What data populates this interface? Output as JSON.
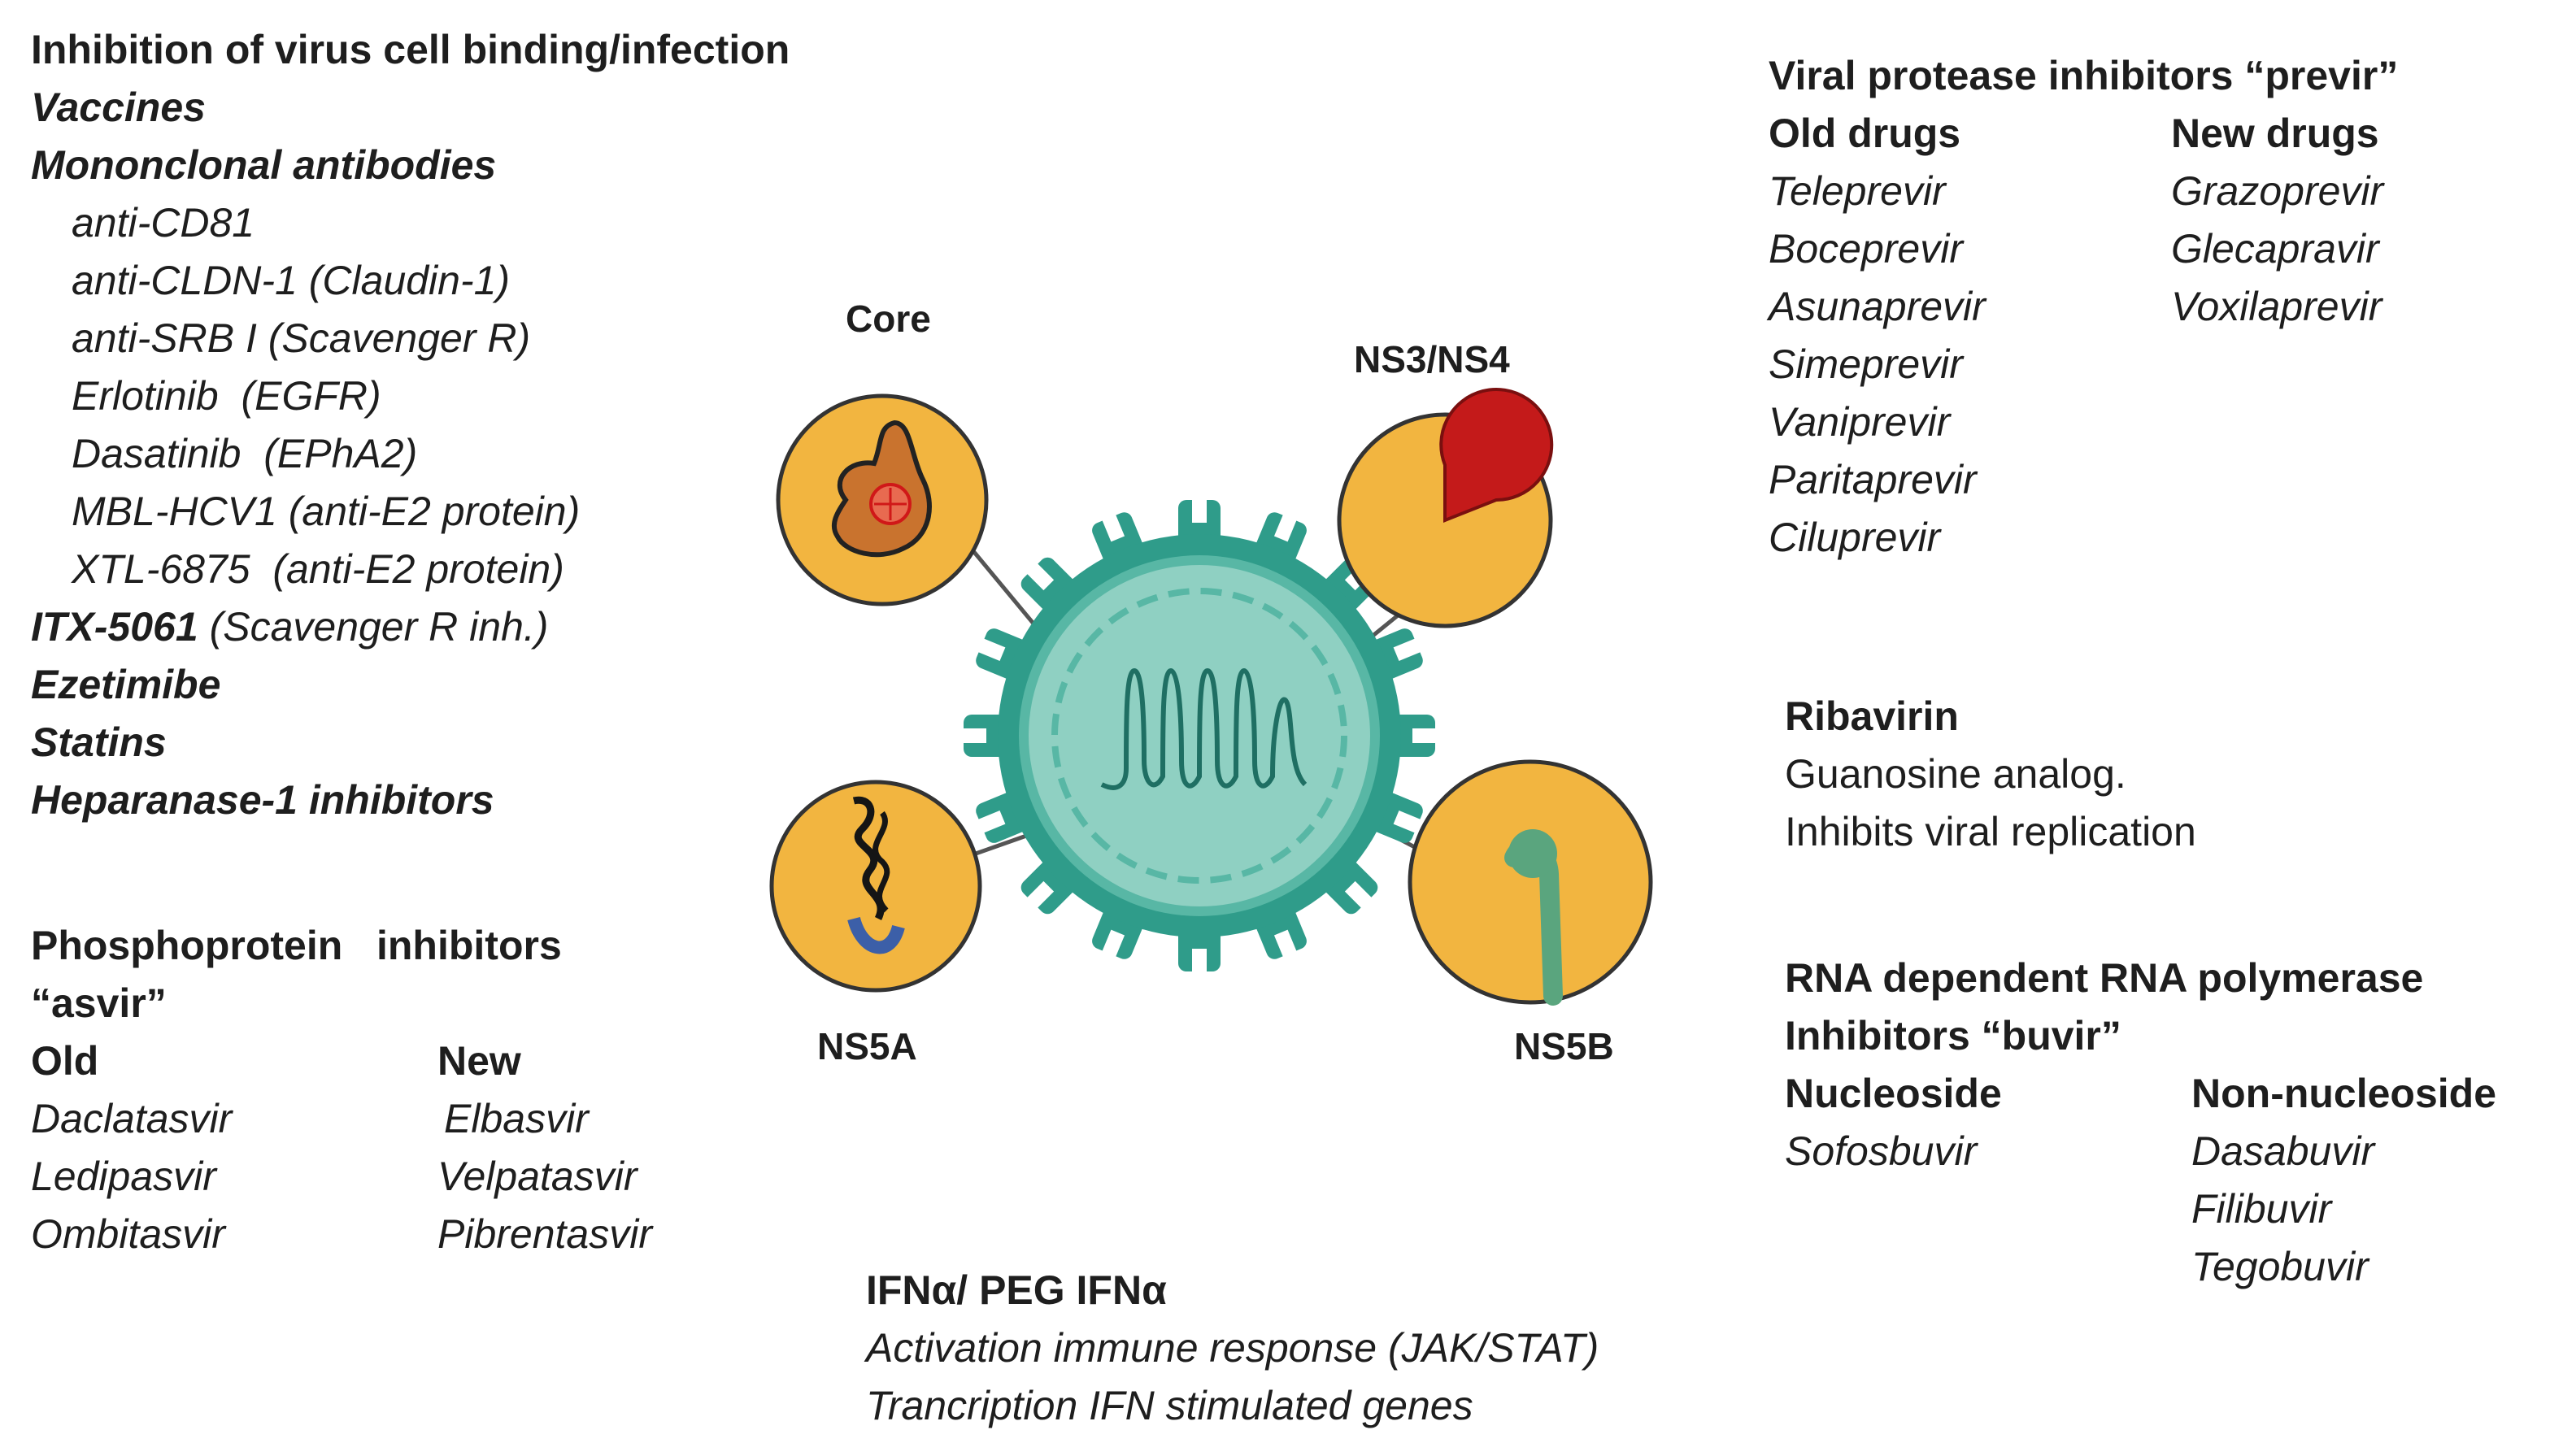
{
  "entry": {
    "heading": "Inhibition of virus cell binding/infection",
    "vaccines": "Vaccines",
    "mab_heading": "Mononclonal antibodies",
    "mab_items": [
      {
        "name": "anti-CD81",
        "target": ""
      },
      {
        "name": "anti-CLDN-1",
        "target": "(Claudin-1)"
      },
      {
        "name": "anti-SRB I",
        "target": "(Scavenger R)"
      },
      {
        "name": "Erlotinib",
        "target": "(EGFR)"
      },
      {
        "name": "Dasatinib",
        "target": "(EPhA2)"
      },
      {
        "name": "MBL-HCV1",
        "target": "(anti-E2 protein)"
      },
      {
        "name": "XTL-6875",
        "target": "(anti-E2 protein)"
      }
    ],
    "itx_name": "ITX-5061",
    "itx_target": "(Scavenger R inh.)",
    "ezetimibe": "Ezetimibe",
    "statins": "Statins",
    "heparanase": "Heparanase-1 inhibitors"
  },
  "phospho": {
    "heading1": "Phosphoprotein",
    "heading2": "inhibitors",
    "suffix": "“asvir”",
    "old_label": "Old",
    "new_label": "New",
    "old": [
      "Daclatasvir",
      "Ledipasvir",
      "Ombitasvir"
    ],
    "new": [
      "Elbasvir",
      "Velpatasvir",
      "Pibrentasvir"
    ]
  },
  "protease": {
    "heading": "Viral protease inhibitors “previr”",
    "old_label": "Old drugs",
    "new_label": "New drugs",
    "old": [
      "Teleprevir",
      "Boceprevir",
      "Asunaprevir",
      "Simeprevir",
      "Vaniprevir",
      "Paritaprevir",
      "Ciluprevir"
    ],
    "new": [
      "Grazoprevir",
      "Glecapravir",
      "Voxilaprevir"
    ]
  },
  "ribavirin": {
    "heading": "Ribavirin",
    "lines": [
      "Guanosine analog.",
      "Inhibits viral replication"
    ]
  },
  "polymerase": {
    "heading1": "RNA dependent RNA polymerase",
    "heading2": "Inhibitors “buvir”",
    "nuc_label": "Nucleoside",
    "nonnuc_label": "Non-nucleoside",
    "nuc": [
      "Sofosbuvir"
    ],
    "nonnuc": [
      "Dasabuvir",
      "Filibuvir",
      "Tegobuvir"
    ]
  },
  "ifn": {
    "heading": "IFNα/ PEG IFNα",
    "lines": [
      "Activation immune response (JAK/STAT)",
      "Trancription IFN stimulated genes"
    ]
  },
  "diagram": {
    "labels": {
      "core": "Core",
      "ns3": "NS3/NS4",
      "ns5a": "NS5A",
      "ns5b": "NS5B"
    },
    "colors": {
      "circle": "#f2b540",
      "virus": "#2f9c8a",
      "virus_dark": "#1f6f63",
      "core": "#c9732e",
      "ns3": "#c41a1a",
      "ns5a_blue": "#3c5fa8",
      "ns5b": "#5aa57e"
    }
  }
}
